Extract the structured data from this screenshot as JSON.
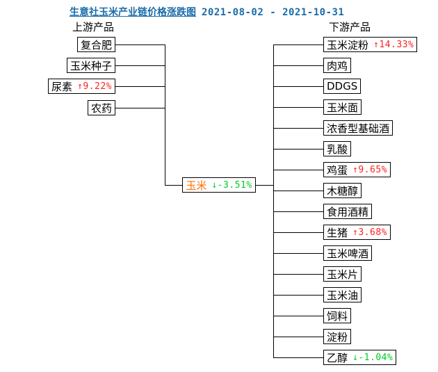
{
  "title": {
    "text": "生意社玉米产业链价格涨跌图",
    "date_range": "2021-08-02 - 2021-10-31"
  },
  "colors": {
    "title_blue": "#1b6ca8",
    "up_red": "#ff2020",
    "down_green": "#00cc22",
    "corn_orange": "#ff6e00",
    "line_black": "#000000",
    "background": "#ffffff"
  },
  "upstream": {
    "header": "上游产品",
    "items": [
      {
        "label": "复合肥"
      },
      {
        "label": "玉米种子"
      },
      {
        "label": "尿素",
        "change": "↑9.22%",
        "direction": "up"
      },
      {
        "label": "农药"
      }
    ]
  },
  "center": {
    "label": "玉米",
    "change": "↓-3.51%",
    "direction": "down"
  },
  "downstream": {
    "header": "下游产品",
    "items": [
      {
        "label": "玉米淀粉",
        "change": "↑14.33%",
        "direction": "up"
      },
      {
        "label": "肉鸡"
      },
      {
        "label": "DDGS"
      },
      {
        "label": "玉米面"
      },
      {
        "label": "浓香型基础酒"
      },
      {
        "label": "乳酸"
      },
      {
        "label": "鸡蛋",
        "change": "↑9.65%",
        "direction": "up"
      },
      {
        "label": "木糖醇"
      },
      {
        "label": "食用酒精"
      },
      {
        "label": "生猪",
        "change": "↑3.68%",
        "direction": "up"
      },
      {
        "label": "玉米啤酒"
      },
      {
        "label": "玉米片"
      },
      {
        "label": "玉米油"
      },
      {
        "label": "饲料"
      },
      {
        "label": "淀粉"
      },
      {
        "label": "乙醇",
        "change": "↓-1.04%",
        "direction": "down"
      }
    ]
  }
}
